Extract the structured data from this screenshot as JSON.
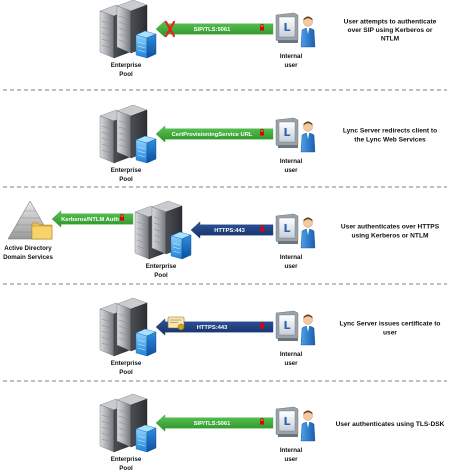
{
  "colors": {
    "green_arrow": "#3aaa35",
    "blue_arrow": "#1f3e7c",
    "separator": "#555555",
    "fail_x": "#e8211a",
    "lock_red": "#e30000"
  },
  "labels": {
    "pool_line1": "Enterprise",
    "pool_line2": "Pool",
    "user_line1": "Internal",
    "user_line2": "user",
    "ad_line1": "Active Directory",
    "ad_line2": "Domain Services"
  },
  "steps": [
    {
      "arrow_label": "SIP/TLS:5061",
      "arrow_color": "green",
      "failed": true,
      "desc": [
        "User attempts to authenticate",
        "over SIP using Kerberos or",
        "NTLM"
      ]
    },
    {
      "arrow_label": "CertProvisioningService URL",
      "arrow_color": "green",
      "desc": [
        "Lync Server redirects client to",
        "the Lync Web Services"
      ]
    },
    {
      "arrow_label": "HTTPS:443",
      "arrow_color": "blue",
      "desc": [
        "User authenticates over HTTPS",
        "using Kerberos or NTLM"
      ],
      "ad_arrow_label": "Kerberos/NTLM Auth"
    },
    {
      "arrow_label": "HTTPS:443",
      "arrow_color": "blue",
      "certificate": true,
      "desc": [
        "Lync Server issues certificate to",
        "user"
      ]
    },
    {
      "arrow_label": "SIP/TLS:5061",
      "arrow_color": "green",
      "desc": [
        "User authenticates using TLS-DSK"
      ]
    }
  ]
}
